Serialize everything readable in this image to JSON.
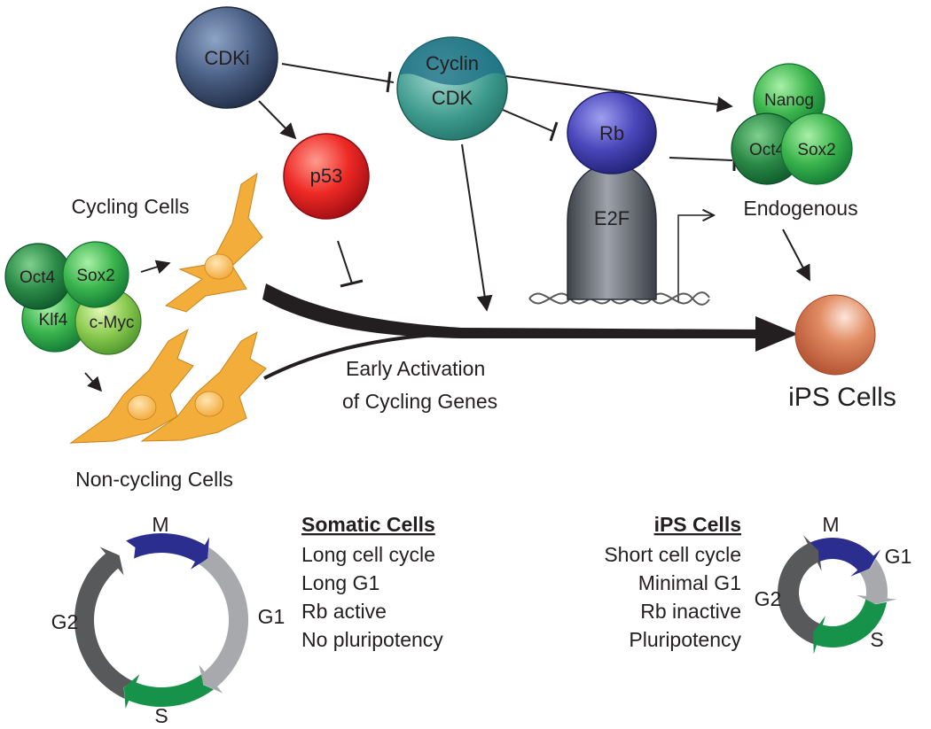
{
  "nodes": {
    "cdki": "CDKi",
    "cyclin": "Cyclin",
    "cdk": "CDK",
    "p53": "p53",
    "rb": "Rb",
    "e2f": "E2F",
    "nanog": "Nanog",
    "oct4_endo": "Oct4",
    "sox2_endo": "Sox2",
    "oct4_factor": "Oct4",
    "sox2_factor": "Sox2",
    "klf4_factor": "Klf4",
    "cmyc_factor": "c-Myc"
  },
  "labels": {
    "cycling_cells": "Cycling Cells",
    "non_cycling_cells": "Non-cycling Cells",
    "endogenous": "Endogenous",
    "early_activation_line1": "Early Activation",
    "early_activation_line2": "of Cycling Genes",
    "ips_cells": "iPS Cells"
  },
  "cycle_somatic": {
    "phases": {
      "m": "M",
      "g1": "G1",
      "s": "S",
      "g2": "G2"
    },
    "heading": "Somatic Cells",
    "lines": [
      "Long cell cycle",
      "Long G1",
      "Rb active",
      "No pluripotency"
    ]
  },
  "cycle_ips": {
    "phases": {
      "m": "M",
      "g1": "G1",
      "s": "S",
      "g2": "G2"
    },
    "heading": "iPS Cells",
    "lines": [
      "Short cell cycle",
      "Minimal G1",
      "Rb inactive",
      "Pluripotency"
    ]
  },
  "colors": {
    "m_phase": "#2b2e8f",
    "g1_phase": "#a7a9ac",
    "s_phase": "#16924a",
    "g2_phase": "#58595b",
    "factor_green": "#2e9b48",
    "cdki_blue": "#3d5073",
    "p53_red": "#e21b22",
    "rb_blue": "#3b3aa6",
    "ips_orange": "#d9764e",
    "fibroblast": "#f4b03a"
  }
}
